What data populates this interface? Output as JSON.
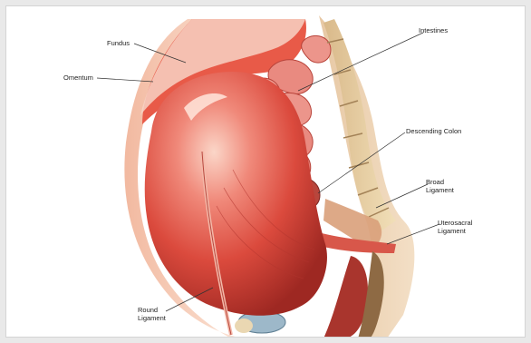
{
  "labels": {
    "fundus": "Fundus",
    "omentum": "Omentum",
    "intestines": "Intestines",
    "descending_colon": "Descending Colon",
    "broad_ligament": [
      "Broad",
      "Ligament"
    ],
    "uterosacral_ligament": [
      "Uterosacral",
      "Ligament"
    ],
    "round_ligament": [
      "Round",
      "Ligament"
    ]
  },
  "colors": {
    "background": "#ffffff",
    "uterus": "#e0493c",
    "uterus_highlight": "#f6c2b2",
    "omentum": "#e85a48",
    "intestines": "#e8837a",
    "spine": "#ead3a5",
    "leader_lines": "#333333"
  }
}
